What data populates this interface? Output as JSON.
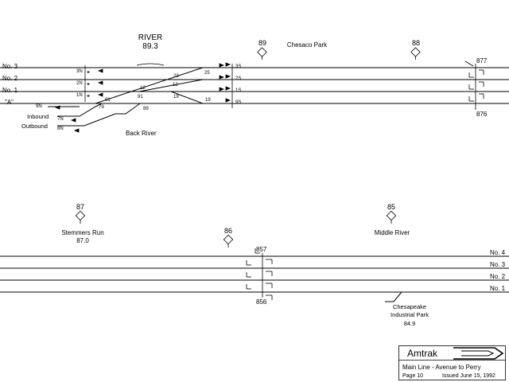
{
  "top": {
    "station_name": "RIVER",
    "station_mp": "89.3",
    "mileposts": [
      "89",
      "88"
    ],
    "place_chesaco": "Chesaco Park",
    "place_back_river": "Back River",
    "tracks": [
      "No. 3",
      "No. 2",
      "No. 1",
      "\"A\""
    ],
    "spurs": [
      "Inbound",
      "Outbound"
    ],
    "signals_left": [
      "3N",
      "2N",
      "1N",
      "9N",
      "7N",
      "8N"
    ],
    "signals_right": [
      "3S",
      "2S",
      "1S",
      "9S"
    ],
    "switches": [
      "23",
      "25",
      "12",
      "12",
      "19",
      "19",
      "91",
      "91",
      "89",
      "79"
    ],
    "cp_numbers": [
      "877",
      "876"
    ]
  },
  "bottom": {
    "mileposts": [
      "87",
      "86",
      "85"
    ],
    "place_stemmers": "Stemmers Run",
    "place_stemmers_mp": "87.0",
    "place_middle": "Middle River",
    "place_industrial_1": "Chesapeake",
    "place_industrial_2": "Industrial Park",
    "place_industrial_mp": "84.9",
    "tracks": [
      "No. 4",
      "No. 3",
      "No. 2",
      "No. 1"
    ],
    "cp_numbers": [
      "857",
      "856"
    ]
  },
  "title_block": {
    "company": "Amtrak",
    "line": "Main Line - Avenue to Perry",
    "page": "Page 10",
    "issued": "Issued  June 15, 1992"
  }
}
